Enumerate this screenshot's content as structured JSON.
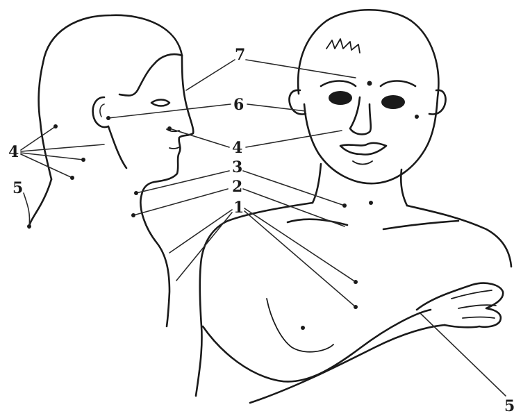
{
  "labels": {
    "n1": "1",
    "n2": "2",
    "n3": "3",
    "n4_side": "4",
    "n4_front": "4",
    "n5_side": "5",
    "n5_front": "5",
    "n6": "6",
    "n7": "7"
  },
  "ink_color": "#1a1a1a"
}
